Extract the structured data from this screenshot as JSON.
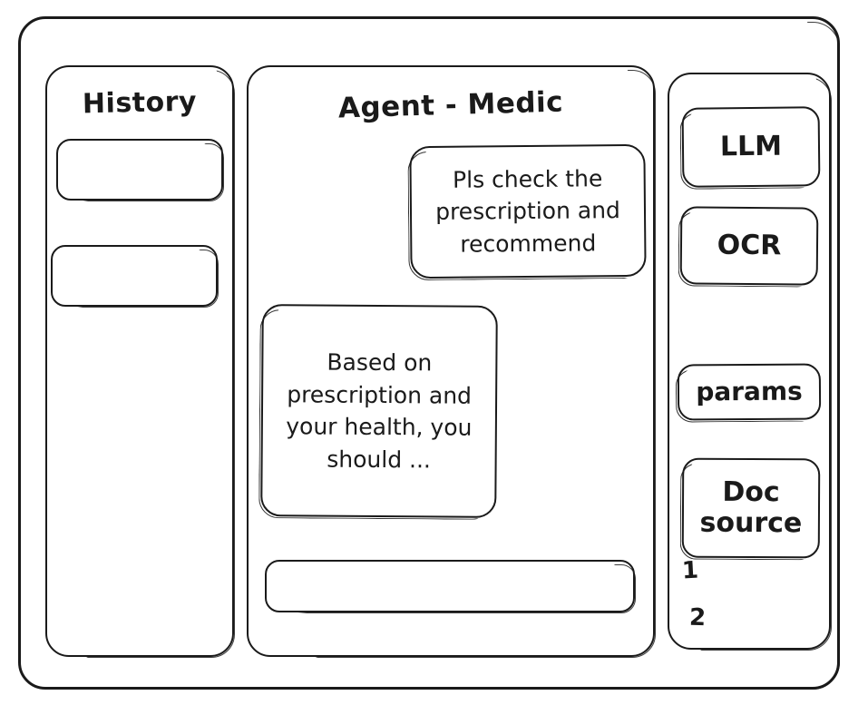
{
  "window": {
    "name": "app-window"
  },
  "sidebar": {
    "title": "History",
    "items": [
      {
        "label": "",
        "name": "history-item-1"
      },
      {
        "label": "",
        "name": "history-item-2"
      }
    ]
  },
  "main": {
    "title": "Agent - Medic",
    "messages": [
      {
        "role": "user",
        "text": "Pls check the prescription and recommend"
      },
      {
        "role": "agent",
        "text": "Based on prescription and your health, you should ..."
      }
    ],
    "composer": {
      "value": "",
      "placeholder": ""
    }
  },
  "tools": {
    "chips": [
      {
        "label": "LLM"
      },
      {
        "label": "OCR"
      },
      {
        "label": "params"
      },
      {
        "label": "Doc source"
      }
    ],
    "doc_source": {
      "line1": "Doc",
      "line2": "source",
      "list": [
        "1",
        "2"
      ]
    }
  },
  "style": {
    "stroke_color": "#1a1a1a",
    "background_color": "#ffffff"
  }
}
